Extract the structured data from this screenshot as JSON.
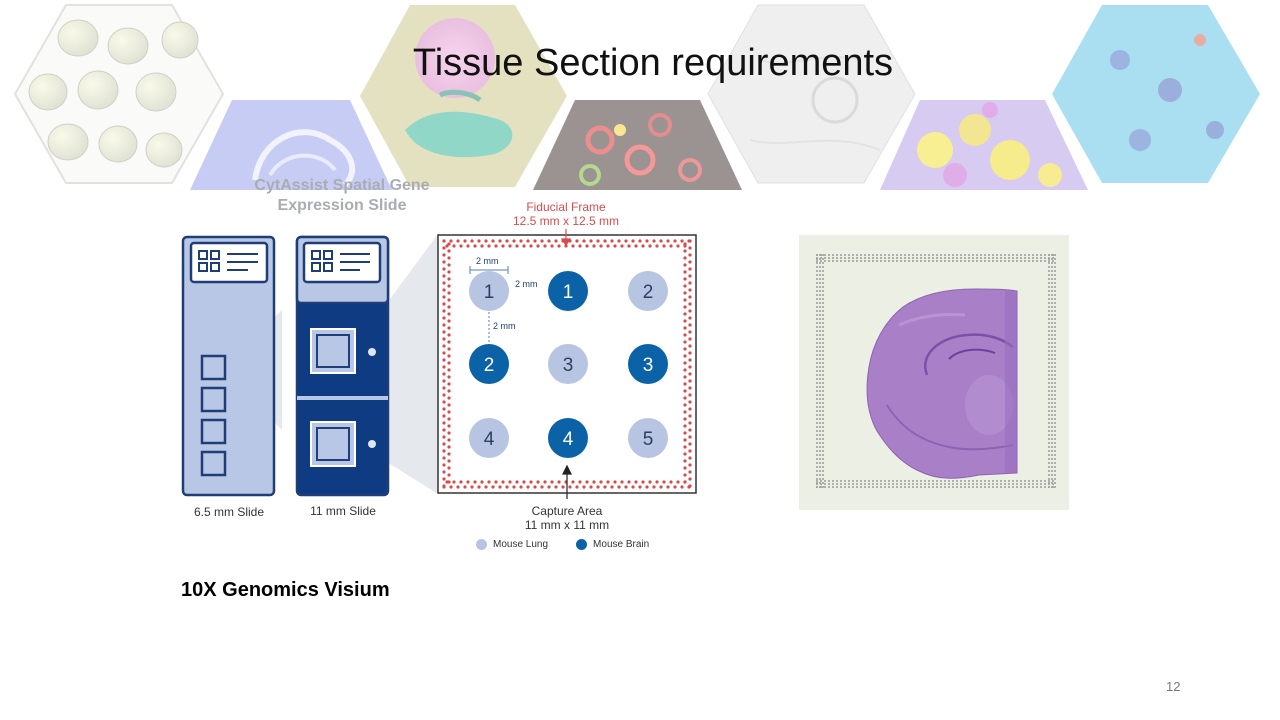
{
  "slide": {
    "title": "Tissue Section requirements",
    "caption": "10X Genomics Visium",
    "page_number": "12"
  },
  "diagram": {
    "heading_line1": "CytAssist Spatial Gene",
    "heading_line2": "Expression Slide",
    "slide_small_label": "6.5 mm Slide",
    "slide_large_label": "11 mm Slide",
    "fiducial_label": "Fiducial Frame",
    "fiducial_size": "12.5 mm x 12.5 mm",
    "capture_label": "Capture Area",
    "capture_size": "11 mm x 11 mm",
    "dim_horizontal": "2 mm",
    "dim_spacing": "2 mm",
    "dim_vertical": "2 mm",
    "legend": [
      {
        "label": "Mouse Lung",
        "color": "#b7c5e2"
      },
      {
        "label": "Mouse Brain",
        "color": "#0b62a7"
      }
    ],
    "circles": [
      {
        "label": "1",
        "type": "lung"
      },
      {
        "label": "1",
        "type": "brain"
      },
      {
        "label": "2",
        "type": "lung"
      },
      {
        "label": "2",
        "type": "brain"
      },
      {
        "label": "3",
        "type": "lung"
      },
      {
        "label": "3",
        "type": "brain"
      },
      {
        "label": "4",
        "type": "lung"
      },
      {
        "label": "4",
        "type": "brain"
      },
      {
        "label": "5",
        "type": "lung"
      }
    ]
  },
  "colors": {
    "fiducial_red": "#d94b4b",
    "slide_light": "#b8c7e6",
    "slide_dark": "#0f3b82",
    "slide_outline": "#1f3e78",
    "tissue_purple": "#a980c8",
    "tissue_bg": "#ecefe4"
  }
}
